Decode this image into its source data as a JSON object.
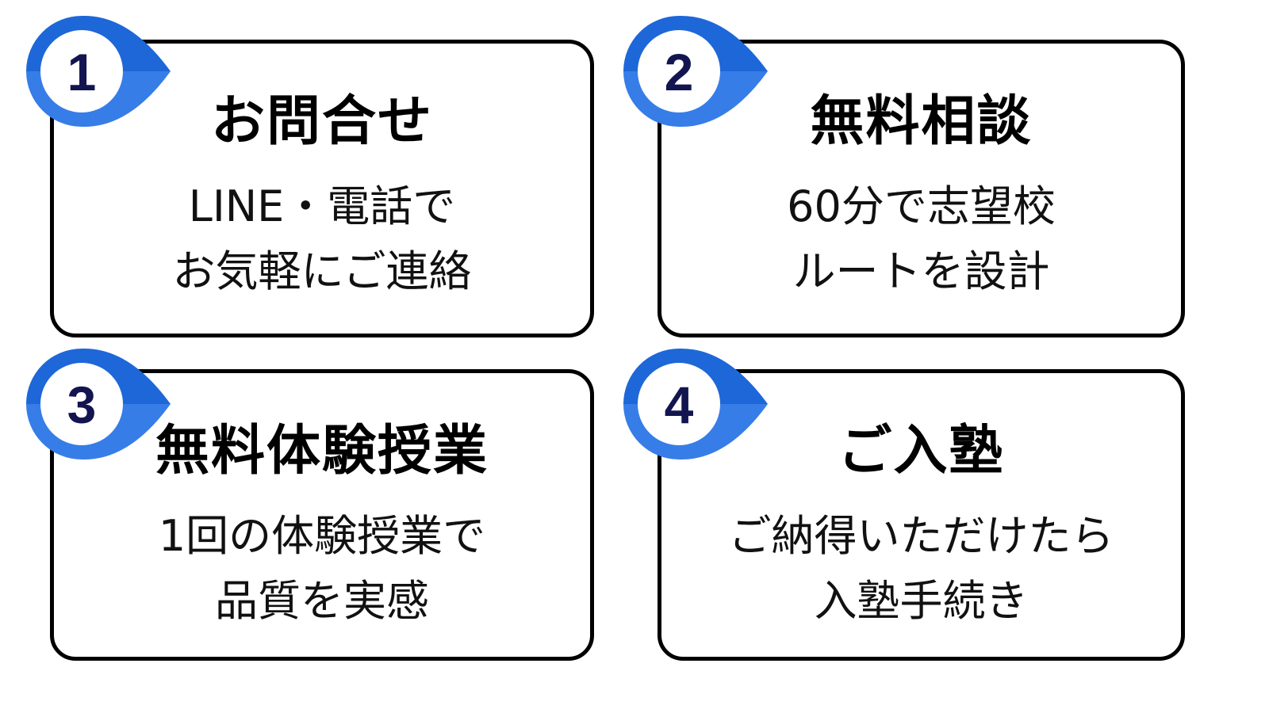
{
  "colors": {
    "badge_top": "#1e67d8",
    "badge_bottom": "#377de8",
    "number": "#12154f",
    "border": "#000000"
  },
  "steps": [
    {
      "number": "1",
      "title": "お問合せ",
      "lines": [
        "LINE・電話で",
        "お気軽にご連絡"
      ]
    },
    {
      "number": "2",
      "title": "無料相談",
      "lines": [
        "60分で志望校",
        "ルートを設計"
      ]
    },
    {
      "number": "3",
      "title": "無料体験授業",
      "lines": [
        "1回の体験授業で",
        "品質を実感"
      ]
    },
    {
      "number": "4",
      "title": "ご入塾",
      "lines": [
        "ご納得いただけたら",
        "入塾手続き"
      ]
    }
  ]
}
